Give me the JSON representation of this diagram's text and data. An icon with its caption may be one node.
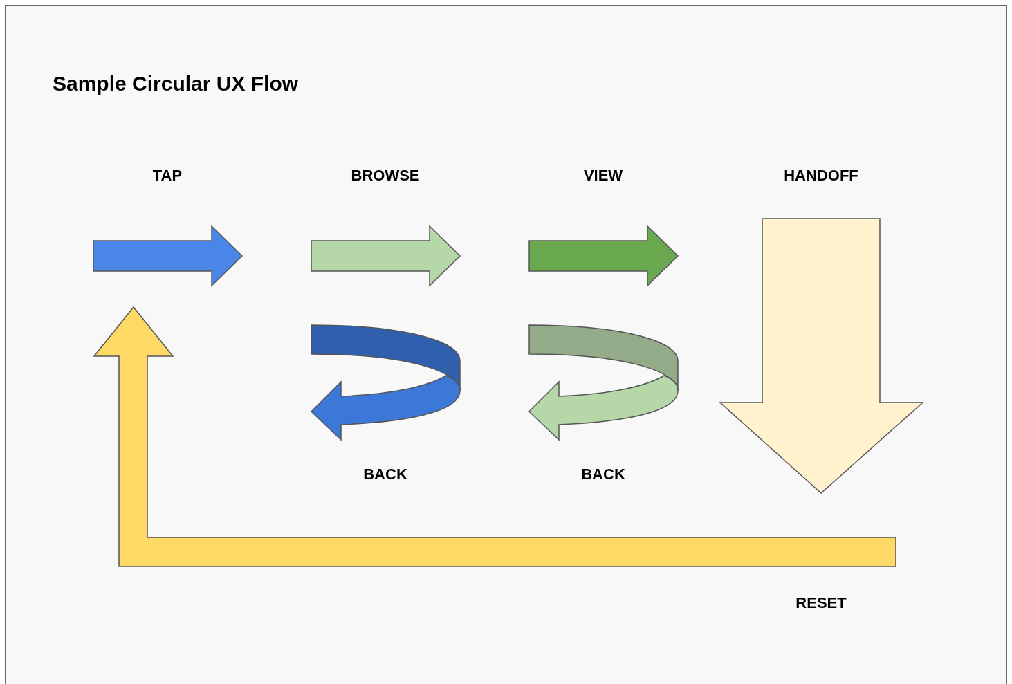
{
  "diagram": {
    "title": "Sample Circular UX Flow",
    "nodes": [
      {
        "text": [
          "TAP"
        ]
      },
      {
        "text": [
          "BROWSE"
        ]
      },
      {
        "text": [
          "VIEW"
        ]
      },
      {
        "text": [
          "HANDOFF"
        ]
      },
      {
        "text": [
          "BACK"
        ]
      },
      {
        "text": [
          "BACK"
        ]
      },
      {
        "text": [
          "RESET"
        ]
      }
    ]
  }
}
